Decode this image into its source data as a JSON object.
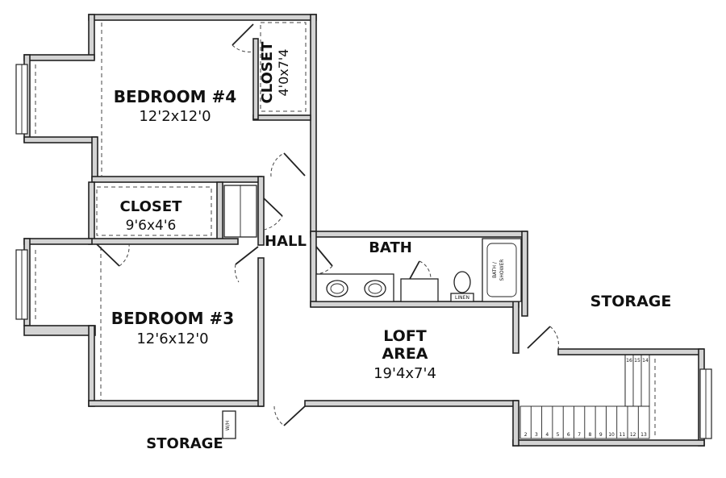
{
  "rooms": {
    "bedroom4": {
      "name": "BEDROOM #4",
      "size": "12'2x12'0"
    },
    "closet_top": {
      "name": "CLOSET",
      "size": "4'0x7'4"
    },
    "closet_mid": {
      "name": "CLOSET",
      "size": "9'6x4'6"
    },
    "hall": {
      "name": "HALL"
    },
    "bath": {
      "name": "BATH"
    },
    "bedroom3": {
      "name": "BEDROOM #3",
      "size": "12'6x12'0"
    },
    "loft": {
      "name_line1": "LOFT",
      "name_line2": "AREA",
      "size": "19'4x7'4"
    },
    "storage_right": {
      "name": "STORAGE"
    },
    "storage_bottom": {
      "name": "STORAGE"
    }
  },
  "fixtures": {
    "linen": "LINEN",
    "tub_line1": "BATH /",
    "tub_line2": "SHOWER",
    "water_heater": "W/H"
  },
  "stairs": {
    "bottom_steps": [
      "2",
      "3",
      "4",
      "5",
      "6",
      "7",
      "8",
      "9",
      "10",
      "11",
      "12",
      "13"
    ],
    "top_steps": [
      "16",
      "15",
      "14"
    ]
  }
}
